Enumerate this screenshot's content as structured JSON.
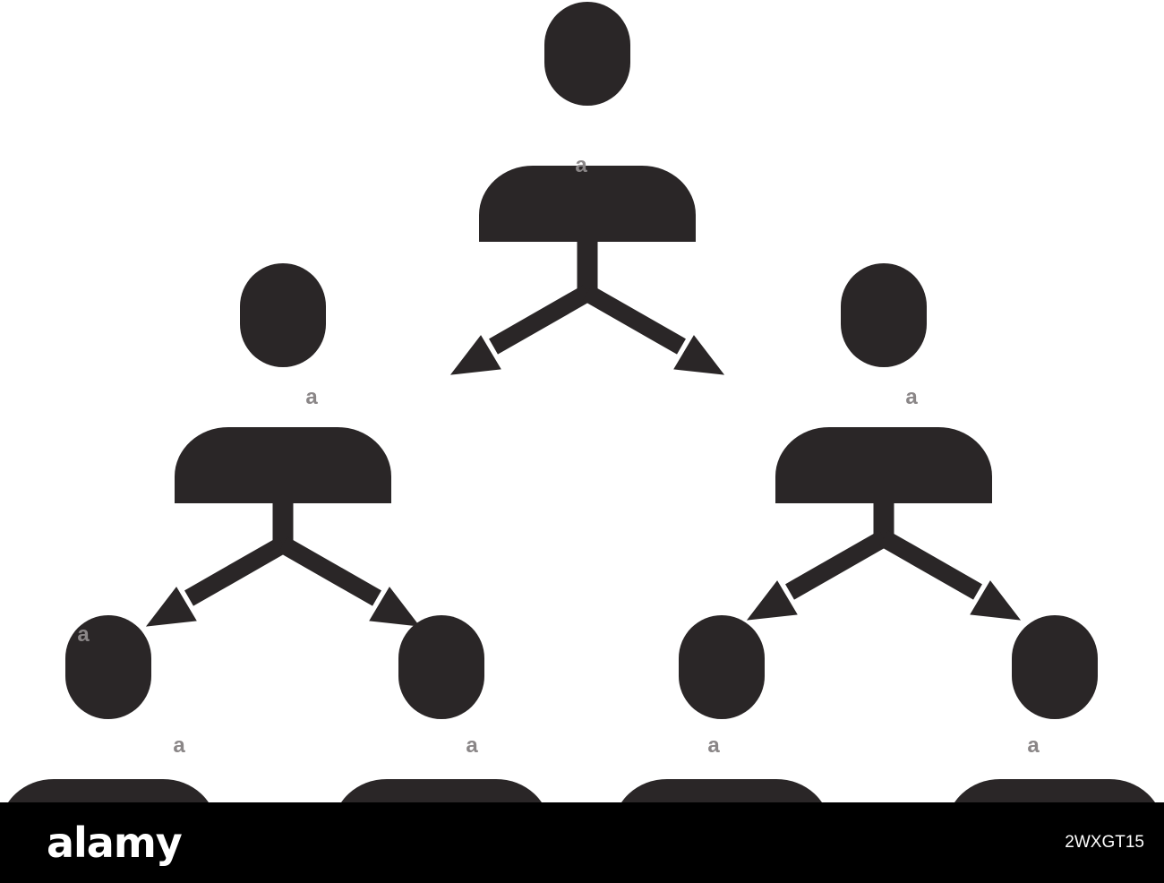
{
  "figure": {
    "description_icon": "person-icon",
    "connector_icon": "branch-arrow-icon",
    "colors": {
      "icon": "#2a2627",
      "background": "#ffffff",
      "watermark": "#8a8687",
      "bar": "#000000",
      "bar_text": "#ffffff"
    }
  },
  "hierarchy": {
    "levels": [
      {
        "level": 1,
        "people": 1
      },
      {
        "level": 2,
        "people": 2
      },
      {
        "level": 3,
        "people": 4
      }
    ]
  },
  "watermark": {
    "glyph": "a"
  },
  "footer": {
    "brand": "alamy",
    "image_id": "2WXGT15"
  }
}
